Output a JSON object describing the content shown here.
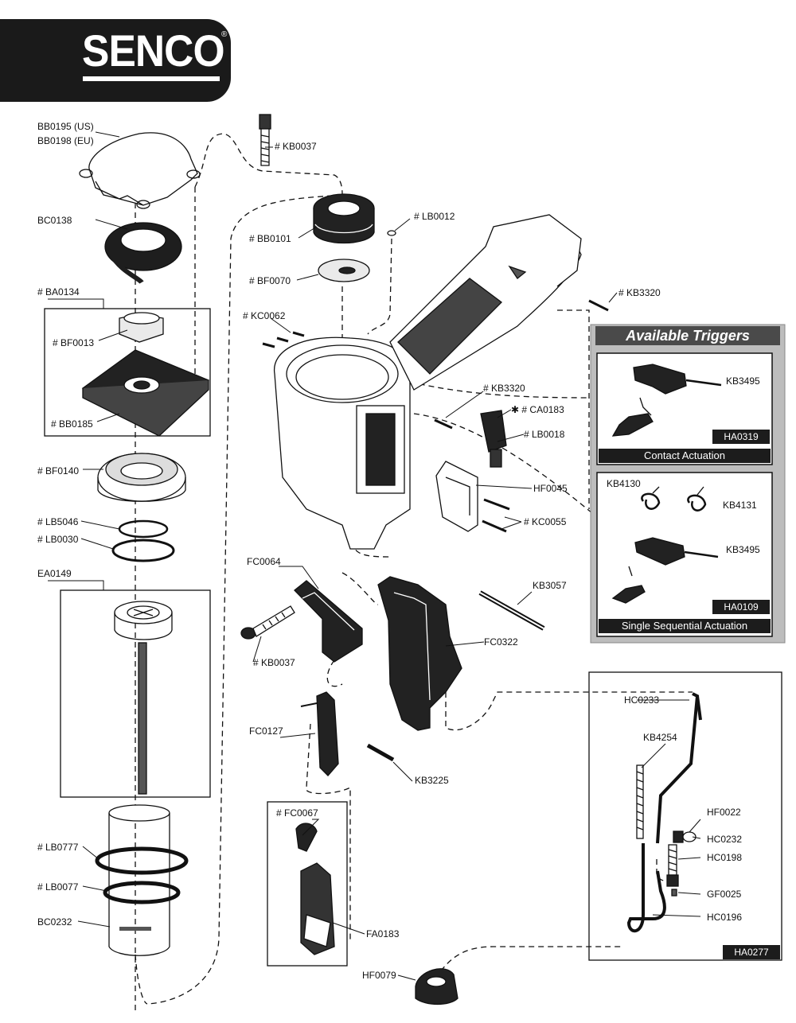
{
  "brand": {
    "logo_text": "SENCO",
    "registered_mark": "®"
  },
  "triggers_panel": {
    "title": "Available Triggers",
    "contact": {
      "kit": "HA0319",
      "caption": "Contact Actuation",
      "parts": [
        "KB3495"
      ]
    },
    "sequential": {
      "kit": "HA0109",
      "caption": "Single Sequential Actuation",
      "parts": [
        "KB4130",
        "KB4131",
        "KB3495"
      ]
    }
  },
  "kit_box": {
    "code": "HA0277"
  },
  "labels": {
    "bb0195": "BB0195 (US)",
    "bb0198": "BB0198 (EU)",
    "bc0138": "BC0138",
    "ba0134": "# BA0134",
    "bf0013": "# BF0013",
    "bb0185": "# BB0185",
    "bf0140": "# BF0140",
    "lb5046": "# LB5046",
    "lb0030": "# LB0030",
    "ea0149": "EA0149",
    "lb0777": "# LB0777",
    "lb0077": "# LB0077",
    "bc0232": "BC0232",
    "kb0037_top": "# KB0037",
    "bb0101": "# BB0101",
    "bf0070": "# BF0070",
    "lb0012": "# LB0012",
    "kc0062": "# KC0062",
    "kb3320_top": "# KB3320",
    "kb3320_mid": "# KB3320",
    "ca0183": "✱ # CA0183",
    "lb0018": "# LB0018",
    "hf0045": "HF0045",
    "kc0055": "# KC0055",
    "fc0064": "FC0064",
    "kb3057": "KB3057",
    "fc0322": "FC0322",
    "kb0037_mid": "# KB0037",
    "fc0127": "FC0127",
    "kb3225": "KB3225",
    "fc0067": "# FC0067",
    "fa0183": "FA0183",
    "hf0079": "HF0079",
    "hc0233": "HC0233",
    "kb4254": "KB4254",
    "hf0022": "HF0022",
    "hc0232": "HC0232",
    "hc0198": "HC0198",
    "gf0025": "GF0025",
    "hc0196": "HC0196"
  },
  "colors": {
    "ink": "#111111",
    "panel_gray": "#bdbdbd",
    "title_gray": "#4a4a4a",
    "bar_black": "#1c1c1c",
    "grip": "#555555"
  }
}
